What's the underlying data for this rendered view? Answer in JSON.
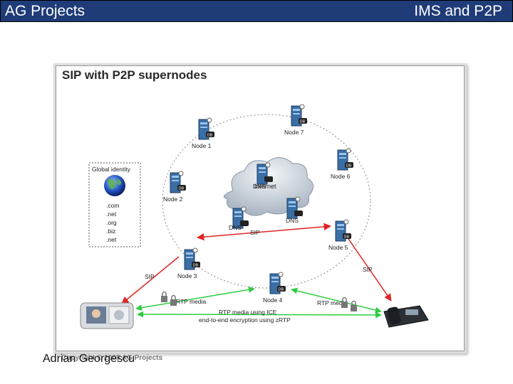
{
  "header": {
    "left": "AG Projects",
    "right": "IMS and P2P"
  },
  "diagram": {
    "title": "SIP with P2P supernodes",
    "nodes": [
      {
        "label": "Node 1",
        "badge": "DB"
      },
      {
        "label": "Node 7",
        "badge": "DB"
      },
      {
        "label": "Node 6",
        "badge": "DB"
      },
      {
        "label": "Node 2",
        "badge": "DB"
      },
      {
        "label": "Node 5",
        "badge": "DB"
      },
      {
        "label": "Node 3",
        "badge": "DB"
      },
      {
        "label": "Node 4",
        "badge": "DB"
      }
    ],
    "dns_servers": [
      {
        "label": "DNS"
      },
      {
        "label": "DNS"
      },
      {
        "label": "DNS"
      }
    ],
    "cloud_label": "Internet",
    "identity_box": {
      "title": "Global identity",
      "domains": [
        ".com",
        ".net",
        ".org",
        ".biz",
        ".net"
      ]
    },
    "links": {
      "sip_top": "SIP",
      "sip_left": "SIP",
      "sip_right": "SIP",
      "rtp_left": "RTP media",
      "rtp_right": "RTP media",
      "rtp_center_line1": "RTP media using ICE",
      "rtp_center_line2": "end-to-end encryption using zRTP"
    },
    "colors": {
      "sip": "#e02424",
      "rtp": "#2ecc40",
      "ring": "#999999"
    }
  },
  "footer": {
    "author": "Adrian Georgescu",
    "copyright": "Copyright © 2005 AG Projects"
  }
}
